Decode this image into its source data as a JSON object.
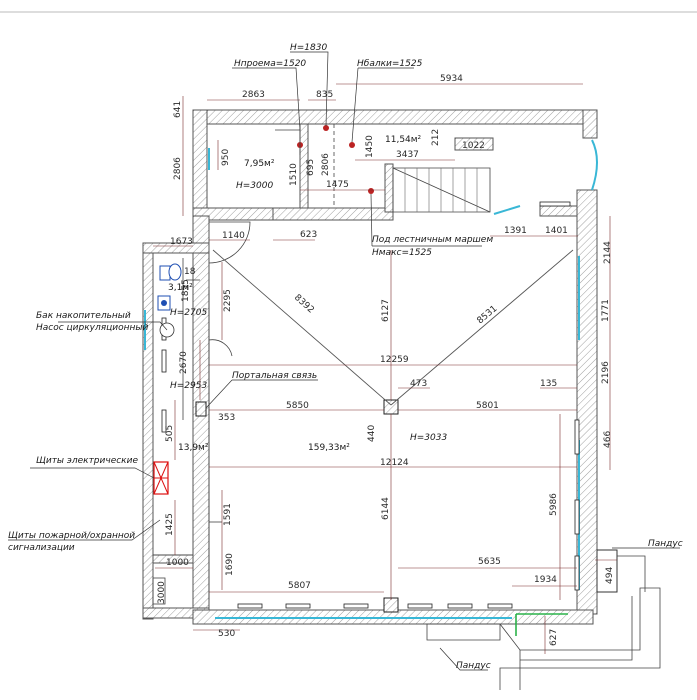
{
  "labels": {
    "h_proema": "Нпроема=1520",
    "h_1830": "Н=1830",
    "h_balki": "Нбалки=1525",
    "area_795": "7,95м²",
    "h_3000": "Н=3000",
    "area_1154": "11,54м²",
    "under_stair_1": "Под лестничным маршем",
    "under_stair_2": "Нмакс=1525",
    "area_31": "3,1м²",
    "h_2705": "Н=2705",
    "tank_1": "Бак накопительный",
    "tank_2": "Насос циркуляционный",
    "h_2953": "Н=2953",
    "portal": "Портальная связь",
    "area_139": "13,9м²",
    "area_main": "159,33м²",
    "h_3033": "Н=3033",
    "shields_el": "Щиты электрические",
    "shields_fire_1": "Щиты пожарной/охранной",
    "shields_fire_2": "сигнализации",
    "ramp_top": "Пандус",
    "ramp_bottom": "Пандус"
  },
  "dims": {
    "d641": "641",
    "d2863": "2863",
    "d835": "835",
    "d5934": "5934",
    "d2806a": "2806",
    "d950": "950",
    "d1510": "1510",
    "d695": "695",
    "d2806b": "2806",
    "d1475": "1475",
    "d1450": "1450",
    "d3437": "3437",
    "d212": "212",
    "d1022": "1022",
    "d1140": "1140",
    "d623": "623",
    "d1391": "1391",
    "d1401": "1401",
    "d2144": "2144",
    "d1673": "1673",
    "d18": "18",
    "d1855": "1855",
    "d2295": "2295",
    "d8392": "8392",
    "d6127": "6127",
    "d8531": "8531",
    "d1771": "1771",
    "d2670": "2670",
    "d12259": "12259",
    "d2196": "2196",
    "d473": "473",
    "d135": "135",
    "d5850": "5850",
    "d353": "353",
    "d5801": "5801",
    "d505": "505",
    "d440": "440",
    "d466": "466",
    "d12124": "12124",
    "d5986": "5986",
    "d6144": "6144",
    "d1591": "1591",
    "d1425": "1425",
    "d1000": "1000",
    "d1690": "1690",
    "d5807": "5807",
    "d5635": "5635",
    "d1934": "1934",
    "d494": "494",
    "d3000": "3000",
    "d530": "530",
    "d627": "627"
  }
}
